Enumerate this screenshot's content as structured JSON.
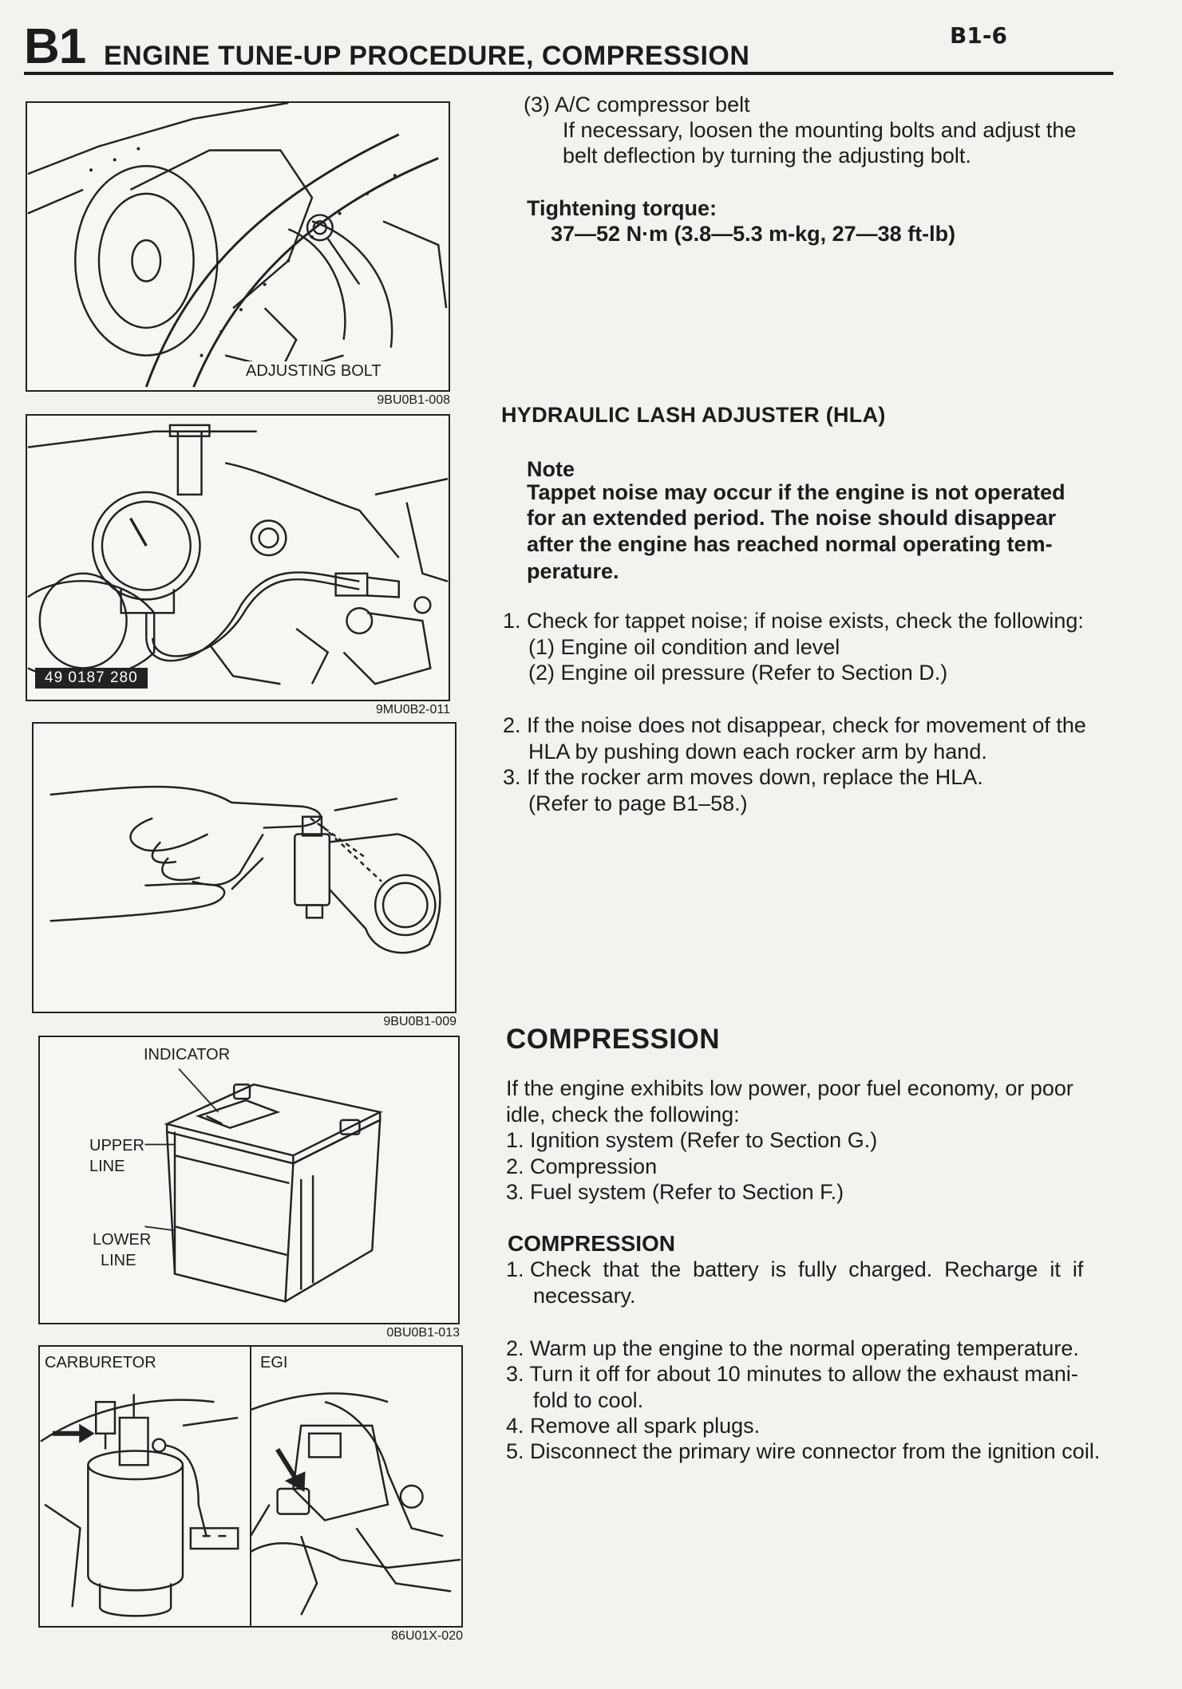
{
  "header": {
    "chapter": "B1",
    "title": "ENGINE TUNE-UP PROCEDURE, COMPRESSION",
    "page_number": "B1-6"
  },
  "figures": {
    "fig1": {
      "code": "9BU0B1-008",
      "label_adjusting_bolt": "ADJUSTING BOLT"
    },
    "fig2": {
      "code": "9MU0B2-011",
      "tool_number": "49 0187 280"
    },
    "fig3": {
      "code": "9BU0B1-009"
    },
    "fig4": {
      "code": "0BU0B1-013",
      "label_indicator": "INDICATOR",
      "label_upper_1": "UPPER",
      "label_upper_2": "LINE",
      "label_lower_1": "LOWER",
      "label_lower_2": "LINE"
    },
    "fig5": {
      "code": "86U01X-020",
      "label_carburetor": "CARBURETOR",
      "label_egi": "EGI"
    }
  },
  "ac_belt": {
    "item": "(3)  A/C compressor belt",
    "line1": "If necessary, loosen the mounting bolts and adjust the",
    "line2": "belt deflection by turning the adjusting bolt.",
    "torque_label": "Tightening torque:",
    "torque_value": "37—52 N·m (3.8—5.3 m-kg, 27—38 ft-lb)"
  },
  "hla": {
    "heading": "HYDRAULIC LASH ADJUSTER (HLA)",
    "note_label": "Note",
    "note_1": "Tappet noise may occur if the engine is not operated",
    "note_2": "for an extended period. The noise should disappear",
    "note_3": "after the engine has reached normal operating tem-",
    "note_4": "perature.",
    "step1": "1. Check for tappet noise; if noise exists, check the following:",
    "step1_a": "(1)  Engine oil condition and level",
    "step1_b": "(2)  Engine oil pressure (Refer to Section D.)",
    "step2_1": "2. If the noise does not disappear, check for movement of the",
    "step2_2": "HLA by pushing down each rocker arm by hand.",
    "step3_1": "3. If the rocker arm moves down, replace the HLA.",
    "step3_2": "(Refer to page B1–58.)"
  },
  "compression": {
    "heading": "COMPRESSION",
    "intro_1": "If the engine exhibits low power, poor fuel economy, or poor",
    "intro_2": "idle, check the following:",
    "list_1": "1. Ignition system (Refer to Section G.)",
    "list_2": "2. Compression",
    "list_3": "3. Fuel system (Refer to Section F.)",
    "sub_heading": "COMPRESSION",
    "step1_1": "1. Check  that  the  battery  is  fully  charged.  Recharge  it  if",
    "step1_2": "necessary.",
    "step2": "2. Warm up the engine to the normal operating temperature.",
    "step3_1": "3. Turn it off for about 10 minutes to allow the exhaust mani-",
    "step3_2": "fold to cool.",
    "step4": "4. Remove all spark plugs.",
    "step5": "5. Disconnect the primary wire connector from the ignition coil."
  }
}
